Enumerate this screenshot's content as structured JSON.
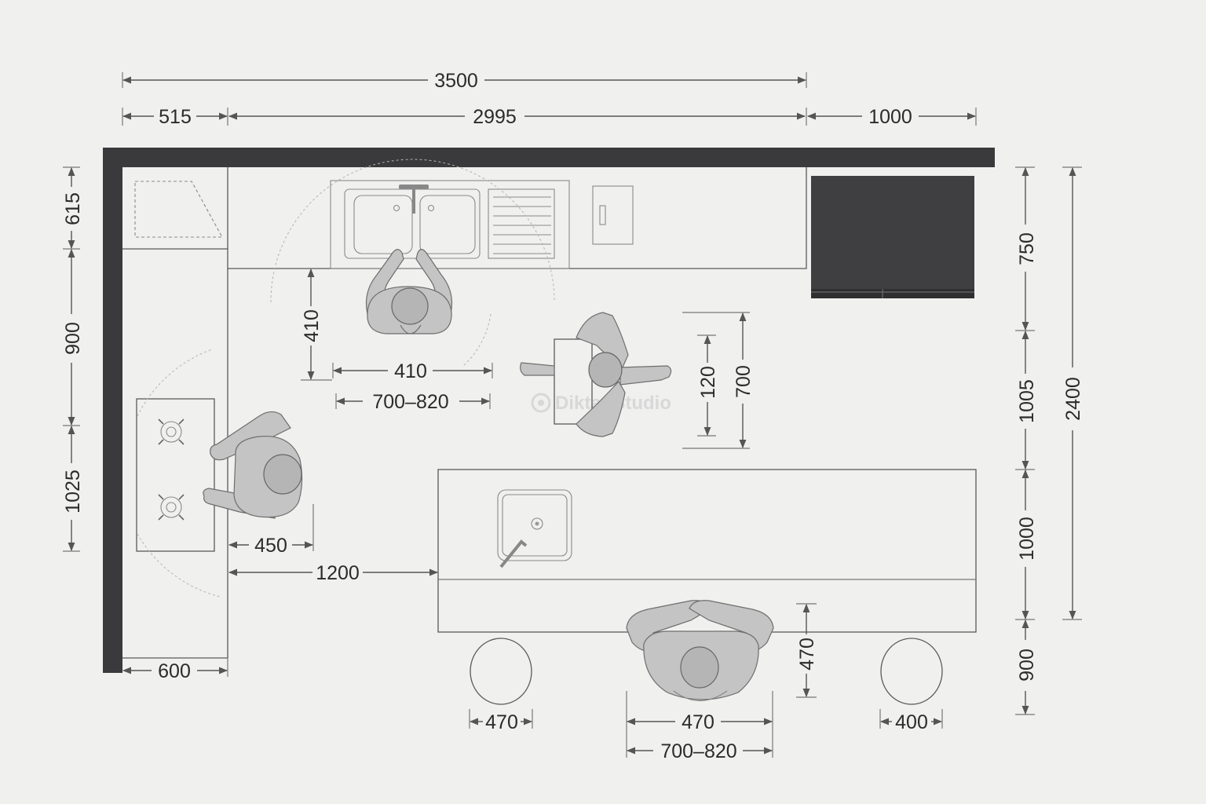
{
  "dimensions": {
    "overall_width": "3500",
    "stove_corner_width": "515",
    "sink_run_width": "2995",
    "fridge_width": "1000",
    "left_corner_depth": "615",
    "left_mid_900": "900",
    "left_hob_zone": "1025",
    "counter_depth_600": "600",
    "sink_user_depth": "410",
    "sink_user_width": "410",
    "sink_reach": "700–820",
    "hob_user_depth": "450",
    "aisle_width": "1200",
    "passage_120": "120",
    "passage_700": "700",
    "right_750": "750",
    "right_1005": "1005",
    "right_1000": "1000",
    "right_900": "900",
    "overall_height": "2400",
    "stool_left_width": "470",
    "seat_width": "470",
    "seat_reach": "700–820",
    "seat_depth": "470",
    "stool_right_width": "400"
  },
  "watermark": "Diktat Studio",
  "colors": {
    "wall": "#3a3a3c",
    "fridge": "#3f3f41",
    "background": "#f0f0ef",
    "person": "#c4c4c4"
  }
}
